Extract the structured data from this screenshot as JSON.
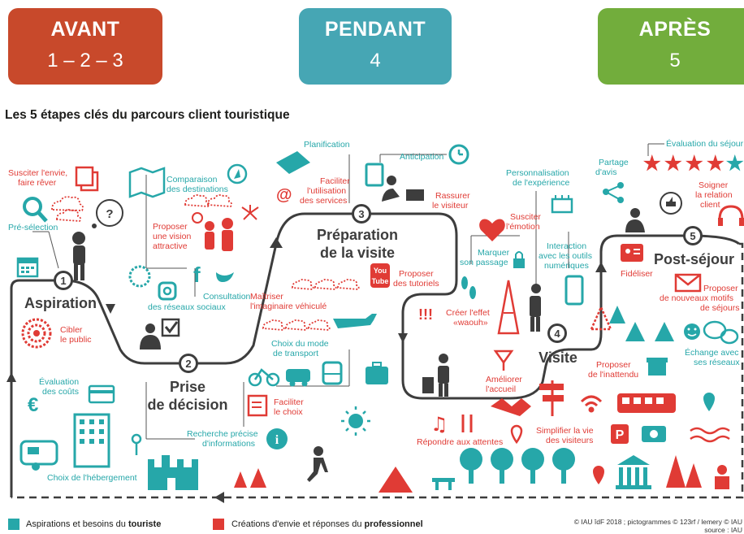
{
  "phases": [
    {
      "title": "AVANT",
      "steps": "1 – 2 – 3"
    },
    {
      "title": "PENDANT",
      "steps": "4"
    },
    {
      "title": "APRÈS",
      "steps": "5"
    }
  ],
  "title": "Les 5 étapes clés du parcours client touristique",
  "stages": [
    {
      "num": "1",
      "name": "Aspiration"
    },
    {
      "num": "2",
      "name_l1": "Prise",
      "name_l2": "de décision"
    },
    {
      "num": "3",
      "name_l1": "Préparation",
      "name_l2": "de la visite"
    },
    {
      "num": "4",
      "name": "Visite"
    },
    {
      "num": "5",
      "name": "Post-séjour"
    }
  ],
  "labels": {
    "susciter_envie_l1": "Susciter l'envie,",
    "susciter_envie_l2": "faire rêver",
    "preselection": "Pré-sélection",
    "comparaison_l1": "Comparaison",
    "comparaison_l2": "des destinations",
    "vision_l1": "Proposer",
    "vision_l2": "une vision",
    "vision_l3": "attractive",
    "cibler_l1": "Cibler",
    "cibler_l2": "le public",
    "consultation_l1": "Consultation",
    "consultation_l2": "des réseaux sociaux",
    "maitriser_l1": "Maîtriser",
    "maitriser_l2": "l'imaginaire véhiculé",
    "evaluation_couts_l1": "Évaluation",
    "evaluation_couts_l2": "des coûts",
    "choix_transport_l1": "Choix du mode",
    "choix_transport_l2": "de transport",
    "faciliter_choix_l1": "Faciliter",
    "faciliter_choix_l2": "le choix",
    "recherche_l1": "Recherche précise",
    "recherche_l2": "d'informations",
    "hebergement": "Choix de l'hébergement",
    "planification": "Planification",
    "anticipation": "Anticipation",
    "faciliter_outils_l1": "Faciliter",
    "faciliter_outils_l2": "l'utilisation",
    "faciliter_outils_l3": "des services",
    "rassurer_l1": "Rassurer",
    "rassurer_l2": "le visiteur",
    "tutoriels_l1": "Proposer",
    "tutoriels_l2": "des tutoriels",
    "personnalisation_l1": "Personnalisation",
    "personnalisation_l2": "de l'expérience",
    "emotion_l1": "Susciter",
    "emotion_l2": "l'émotion",
    "marquer_l1": "Marquer",
    "marquer_l2": "son passage",
    "interaction_l1": "Interaction",
    "interaction_l2": "avec les outils",
    "interaction_l3": "numériques",
    "waouh_l1": "Créer l'effet",
    "waouh_l2": "«waouh»",
    "ameliorer_l1": "Améliorer",
    "ameliorer_l2": "l'accueil",
    "inattendu_l1": "Proposer",
    "inattendu_l2": "de l'inattendu",
    "attentes": "Répondre aux attentes",
    "simplifier_l1": "Simplifier la vie",
    "simplifier_l2": "des visiteurs",
    "evaluation_sejour": "Évaluation du séjour",
    "partage_l1": "Partage",
    "partage_l2": "d'avis",
    "soigner_l1": "Soigner",
    "soigner_l2": "la relation",
    "soigner_l3": "client",
    "fideliser": "Fidéliser",
    "motifs_l1": "Proposer",
    "motifs_l2": "de nouveaux motifs",
    "motifs_l3": "de séjours",
    "echange_l1": "Échange avec",
    "echange_l2": "ses réseaux",
    "exclam": "!!!"
  },
  "legend": {
    "teal_prefix": "Aspirations et besoins du ",
    "teal_bold": "touriste",
    "red_prefix": "Créations d'envie et réponses du ",
    "red_bold": "professionnel",
    "credit_l1": "© IAU îdF 2018 ; pictogrammes © 123rf / lemery © IAU",
    "credit_l2": "source : IAU"
  },
  "colors": {
    "avant": "#c8492b",
    "pendant": "#46a6b4",
    "apres": "#72ad3c",
    "teal": "#26a7a9",
    "red": "#e03b35",
    "path": "#3d3d3d"
  }
}
